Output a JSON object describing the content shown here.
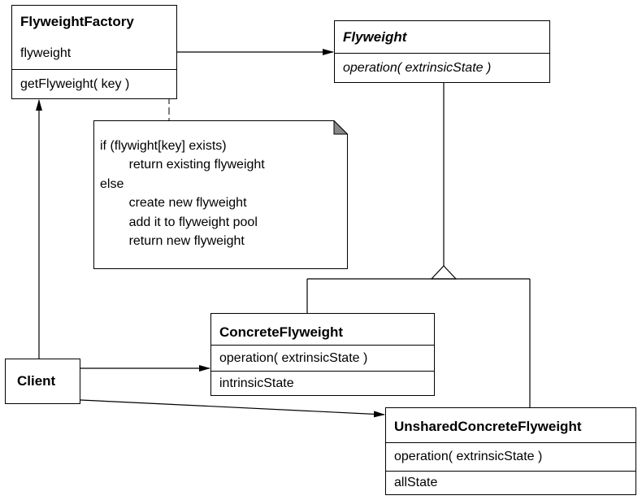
{
  "factory": {
    "name": "FlyweightFactory",
    "attr": "flyweight",
    "op": "getFlyweight( key )"
  },
  "flyweight": {
    "name": "Flyweight",
    "op": "operation( extrinsicState )"
  },
  "concrete": {
    "name": "ConcreteFlyweight",
    "op": "operation( extrinsicState )",
    "attr": "intrinsicState"
  },
  "unshared": {
    "name": "UnsharedConcreteFlyweight",
    "op": "operation( extrinsicState )",
    "attr": "allState"
  },
  "client": {
    "name": "Client"
  },
  "note": {
    "code": "if (flywight[key] exists)\n        return existing flyweight\nelse\n        create new flyweight\n        add it to flyweight pool\n        return new flyweight"
  }
}
